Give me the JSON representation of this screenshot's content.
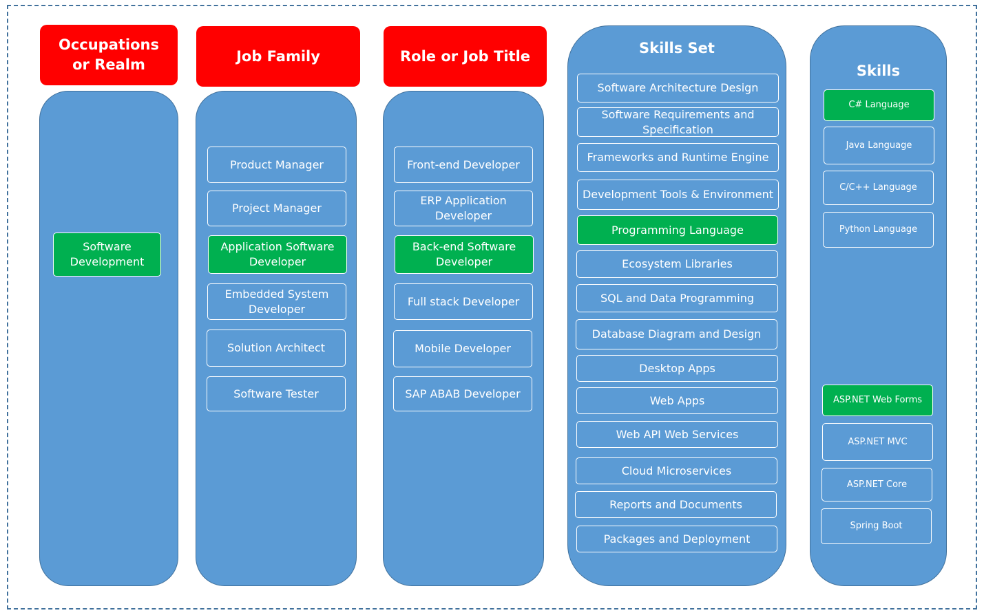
{
  "headers": {
    "occupations": "Occupations or Realm",
    "job_family": "Job Family",
    "role": "Role or Job Title"
  },
  "skills_set_title": "Skills Set",
  "skills_title": "Skills",
  "occupations": [
    "Software Development"
  ],
  "job_family": [
    "Product Manager",
    "Project Manager",
    "Application Software Developer",
    "Embedded System Developer",
    "Solution Architect",
    "Software Tester"
  ],
  "roles": [
    "Front-end Developer",
    "ERP Application Developer",
    "Back-end Software Developer",
    "Full stack Developer",
    "Mobile Developer",
    "SAP ABAB Developer"
  ],
  "skills_set": [
    "Software Architecture Design",
    "Software Requirements and Specification",
    "Frameworks and Runtime Engine",
    "Development Tools & Environment",
    "Programming Language",
    "Ecosystem Libraries",
    "SQL and Data Programming",
    "Database Diagram and Design",
    "Desktop Apps",
    "Web Apps",
    "Web API Web Services",
    "Cloud Microservices",
    "Reports and Documents",
    "Packages and Deployment"
  ],
  "skills": [
    "C# Language",
    "Java Language",
    "C/C++ Language",
    "Python Language",
    "ASP.NET Web Forms",
    "ASP.NET MVC",
    "ASP.NET Core",
    "Spring Boot"
  ],
  "colors": {
    "header": "#ff0000",
    "column": "#5b9bd5",
    "selected": "#00b050",
    "frame": "#41719c"
  }
}
